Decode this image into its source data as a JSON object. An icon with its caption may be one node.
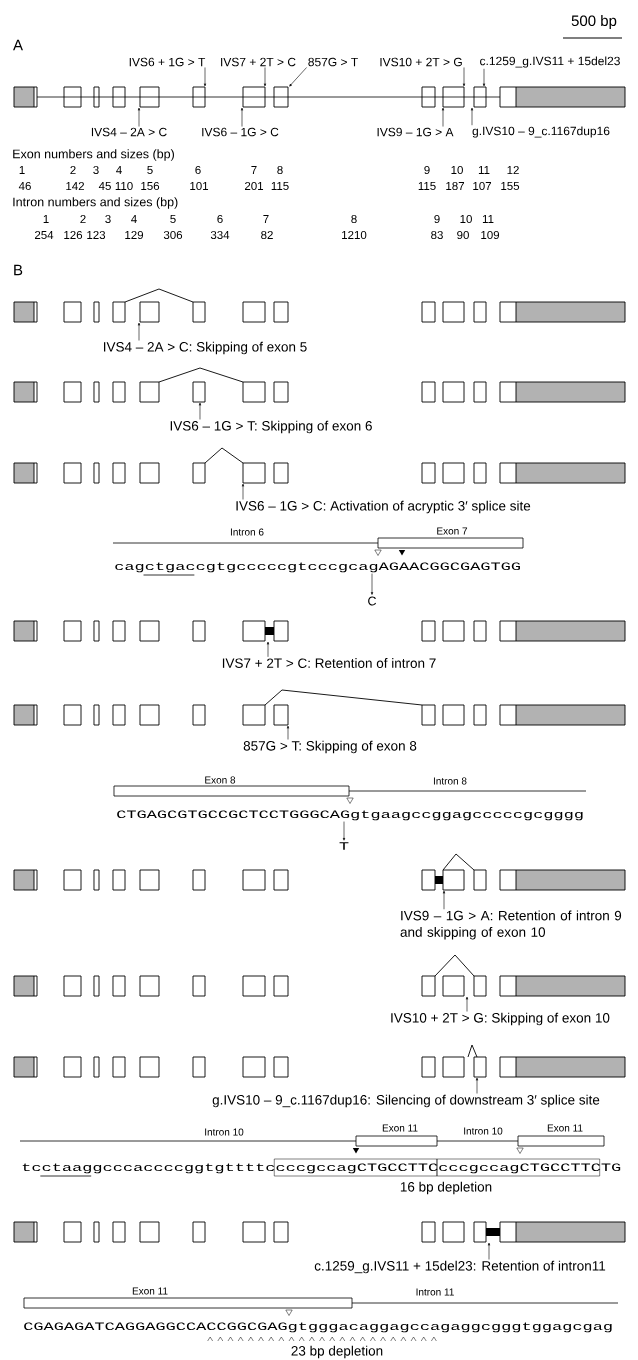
{
  "diagram": {
    "nodes": [
      {
        "text": [
          "IVS6 + 1G > T"
        ]
      },
      {
        "text": [
          "IVS7 + 2T > C"
        ]
      },
      {
        "text": [
          "857G > T"
        ]
      },
      {
        "text": [
          "IVS10 + 2T > G"
        ]
      },
      {
        "text": [
          "c.1259_g.IVS11 + 15del23"
        ]
      },
      {
        "text": [],
        "shape": "picture"
      },
      {
        "text": [
          "IVS4 – 2A > C"
        ]
      },
      {
        "text": [
          "IVS6 – 1G > C"
        ]
      },
      {
        "text": [
          "IVS9 – 1G > A"
        ]
      },
      {
        "text": [
          "g.IVS10 – 9_c.1167dup16"
        ]
      },
      {
        "text": [],
        "shape": "picture"
      },
      {
        "text": [
          "IVS4 – 2A > C: Skipping of exon 5"
        ]
      },
      {
        "text": [],
        "shape": "picture"
      },
      {
        "text": [
          "IVS6 – 1G > T: Skipping of exon 6"
        ]
      },
      {
        "text": [],
        "shape": "picture"
      },
      {
        "text": [
          "IVS6 – 1G > C: Activation of acryptic 3′ splice site"
        ]
      },
      {
        "text": [
          "cagctgaccgtgcccccgtcccgcagAGAACGGCGAGTGG"
        ]
      },
      {
        "text": [
          "C"
        ]
      },
      {
        "text": [],
        "shape": "picture"
      },
      {
        "text": [
          "IVS7 + 2T > C: Retention of intron 7"
        ]
      },
      {
        "text": [],
        "shape": "picture"
      },
      {
        "text": [
          "857G > T: Skipping of exon 8"
        ]
      },
      {
        "text": [
          "CTGAGCGTGCCGCTCCTGGGCAGgtgaagccggagcccccgcgggg"
        ]
      },
      {
        "text": [
          "T"
        ]
      },
      {
        "text": [],
        "shape": "picture"
      },
      {
        "text": [
          "IVS9 – 1G > A: Retention of intron 9 and skipping of exon 10"
        ]
      },
      {
        "text": [],
        "shape": "picture"
      },
      {
        "text": [
          "IVS10 + 2T > G: Skipping of exon 10"
        ]
      },
      {
        "text": [],
        "shape": "picture"
      },
      {
        "text": [
          "g.IVS10 – 9_c.1167dup16: Silencing of downstream 3′ splice site"
        ]
      },
      {
        "text": [
          "tcctaaggcccaccccggtgttttccccgccagCTGCCTTCcccgccagCTGCCTTCTG"
        ]
      },
      {
        "text": [],
        "shape": "picture"
      },
      {
        "text": [
          "c.1259_g.IVS11 + 15del23: Retention of intron11"
        ]
      },
      {
        "text": [
          "CGAGAGATCAGGAGGCCACCGGCGAGgtgggacaggagccagaggcgggtggagcgag"
        ]
      }
    ],
    "edges": [
      {
        "from": 0,
        "to": 5,
        "arrow": "to"
      },
      {
        "from": 1,
        "to": 5,
        "arrow": "to"
      },
      {
        "from": 2,
        "to": 5,
        "arrow": "to"
      },
      {
        "from": 3,
        "to": 5,
        "arrow": "to"
      },
      {
        "from": 4,
        "to": 5,
        "arrow": "to"
      },
      {
        "from": 6,
        "to": 5,
        "arrow": "to"
      },
      {
        "from": 7,
        "to": 5,
        "arrow": "to"
      },
      {
        "from": 8,
        "to": 5,
        "arrow": "to"
      },
      {
        "from": 9,
        "to": 5,
        "arrow": "to"
      },
      {
        "from": 11,
        "to": 10,
        "arrow": "to"
      },
      {
        "from": 13,
        "to": 12,
        "arrow": "to"
      },
      {
        "from": 15,
        "to": 14,
        "arrow": "to"
      },
      {
        "from": 16,
        "to": 17,
        "arrow": "to"
      },
      {
        "from": 19,
        "to": 18,
        "arrow": "to"
      },
      {
        "from": 21,
        "to": 20,
        "arrow": "to"
      },
      {
        "from": 22,
        "to": 23,
        "arrow": "to"
      },
      {
        "from": 25,
        "to": 24,
        "arrow": "to"
      },
      {
        "from": 27,
        "to": 26,
        "arrow": "to"
      },
      {
        "from": 29,
        "to": 28,
        "arrow": "to"
      },
      {
        "from": 32,
        "to": 31,
        "arrow": "to"
      }
    ],
    "labels": [
      "500 bp",
      "A",
      "Exon numbers and sizes (bp)",
      "1",
      "2",
      "3",
      "4",
      "5",
      "6",
      "7",
      "8",
      "9",
      "10",
      "11",
      "12",
      "46",
      "142",
      "45",
      "110",
      "156",
      "101",
      "201",
      "115",
      "115",
      "187",
      "107",
      "155",
      "Intron numbers and sizes (bp)",
      "1",
      "2",
      "3",
      "4",
      "5",
      "6",
      "7",
      "8",
      "9",
      "10",
      "11",
      "254",
      "126",
      "123",
      "129",
      "306",
      "334",
      "82",
      "1210",
      "83",
      "90",
      "109",
      "B",
      "Intron 6",
      "Exon 7",
      "Exon 8",
      "Intron 8",
      "Intron 10",
      "Exon 11",
      "Intron 10",
      "Exon 11",
      "16 bp depletion",
      "Exon 11",
      "Intron 11",
      "23 bp depletion"
    ]
  }
}
